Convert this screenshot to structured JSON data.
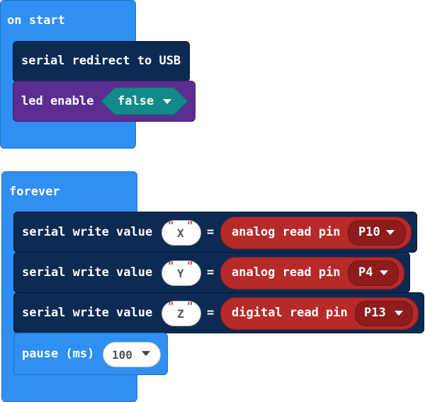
{
  "blocks": {
    "on_start": {
      "label": "on start",
      "serial_redirect": "serial redirect to USB",
      "led_enable": "led enable",
      "led_value": "false"
    },
    "forever": {
      "label": "forever",
      "rows": [
        {
          "prefix": "serial write value",
          "name": "X",
          "equals": "=",
          "read": "analog read pin",
          "pin": "P10"
        },
        {
          "prefix": "serial write value",
          "name": "Y",
          "equals": "=",
          "read": "analog read pin",
          "pin": "P4"
        },
        {
          "prefix": "serial write value",
          "name": "Z",
          "equals": "=",
          "read": "digital read pin",
          "pin": "P13"
        }
      ],
      "pause_label": "pause (ms)",
      "pause_value": "100"
    }
  },
  "colors": {
    "event_blue": "#2f8ff2",
    "serial_navy": "#0d2a52",
    "led_purple": "#5c2d91",
    "teal": "#138a8a",
    "pins_red": "#b72a2a"
  },
  "icons": {
    "dropdown": "chevron-down-icon",
    "quote": "quote-icon"
  }
}
